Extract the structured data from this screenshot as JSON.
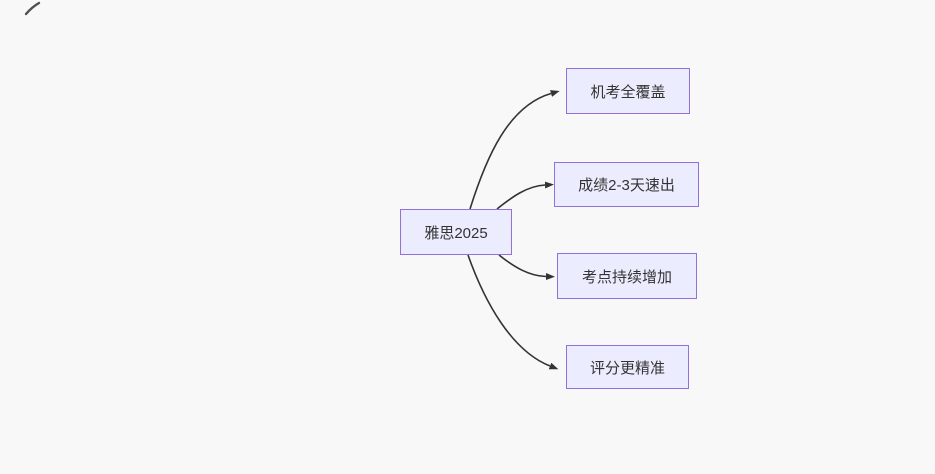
{
  "diagram": {
    "type": "flowchart",
    "background_color": "#f8f8f8",
    "node_fill_color": "#ececff",
    "node_border_color": "#9370db",
    "edge_color": "#333333",
    "text_color": "#333333",
    "root": {
      "label": "雅思2025"
    },
    "children": [
      {
        "label": "机考全覆盖"
      },
      {
        "label": "成绩2-3天速出"
      },
      {
        "label": "考点持续增加"
      },
      {
        "label": "评分更精准"
      }
    ]
  }
}
